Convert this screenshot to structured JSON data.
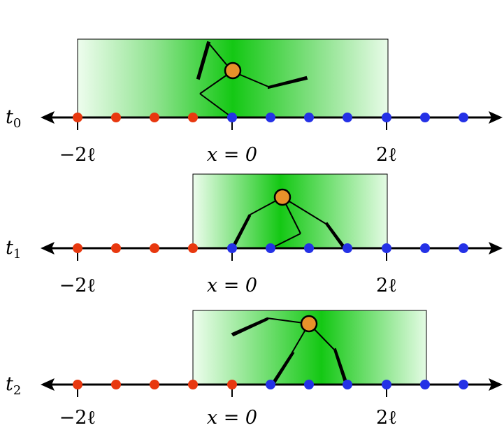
{
  "figure": {
    "panels": [
      {
        "time_symbol": "t",
        "time_subscript": "0",
        "tick_labels": [
          "−2ℓ",
          "x = 0",
          "2ℓ"
        ],
        "red_site_count": 4,
        "blue_site_count": 7
      },
      {
        "time_symbol": "t",
        "time_subscript": "1",
        "tick_labels": [
          "−2ℓ",
          "x = 0",
          "2ℓ"
        ],
        "red_site_count": 4,
        "blue_site_count": 7
      },
      {
        "time_symbol": "t",
        "time_subscript": "2",
        "tick_labels": [
          "−2ℓ",
          "x = 0",
          "2ℓ"
        ],
        "red_site_count": 5,
        "blue_site_count": 6
      }
    ],
    "colors": {
      "red_site": "#e8380f",
      "blue_site": "#2431e6",
      "green_dark": "#12c812",
      "green_light": "#e4fbe4",
      "node_fill": "#e8912a",
      "axis": "#000000"
    }
  }
}
